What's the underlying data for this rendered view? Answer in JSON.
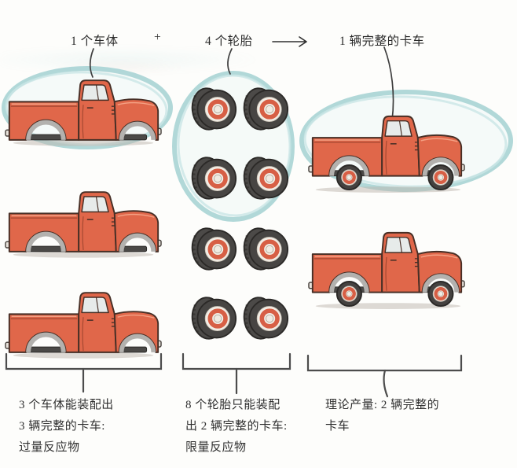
{
  "equation": {
    "reactant1": "1 个车体",
    "plus": "+",
    "reactant2": "4 个轮胎",
    "product": "1 辆完整的卡车"
  },
  "items": {
    "truck_body_count": 3,
    "tire_count": 8,
    "complete_truck_count": 2
  },
  "captions": {
    "bodies_line1": "3 个车体能装配出",
    "bodies_line2": "3 辆完整的卡车:",
    "bodies_line3": "过量反应物",
    "tires_line1": "8 个轮胎只能装配",
    "tires_line2": "出 2 辆完整的卡车:",
    "tires_line3": "限量反应物",
    "yield_line1": "理论产量: 2 辆完整的",
    "yield_line2": "卡车"
  },
  "colors": {
    "truck_red": "#e0674a",
    "truck_outline": "#472f26",
    "highlight_teal": "#a9d4d5",
    "tire_dark": "#4c4a48",
    "hub_red": "#d75f45",
    "bracket_line": "#4c4c4c",
    "text": "#2b2b2b",
    "background": "#fdfdfb"
  }
}
